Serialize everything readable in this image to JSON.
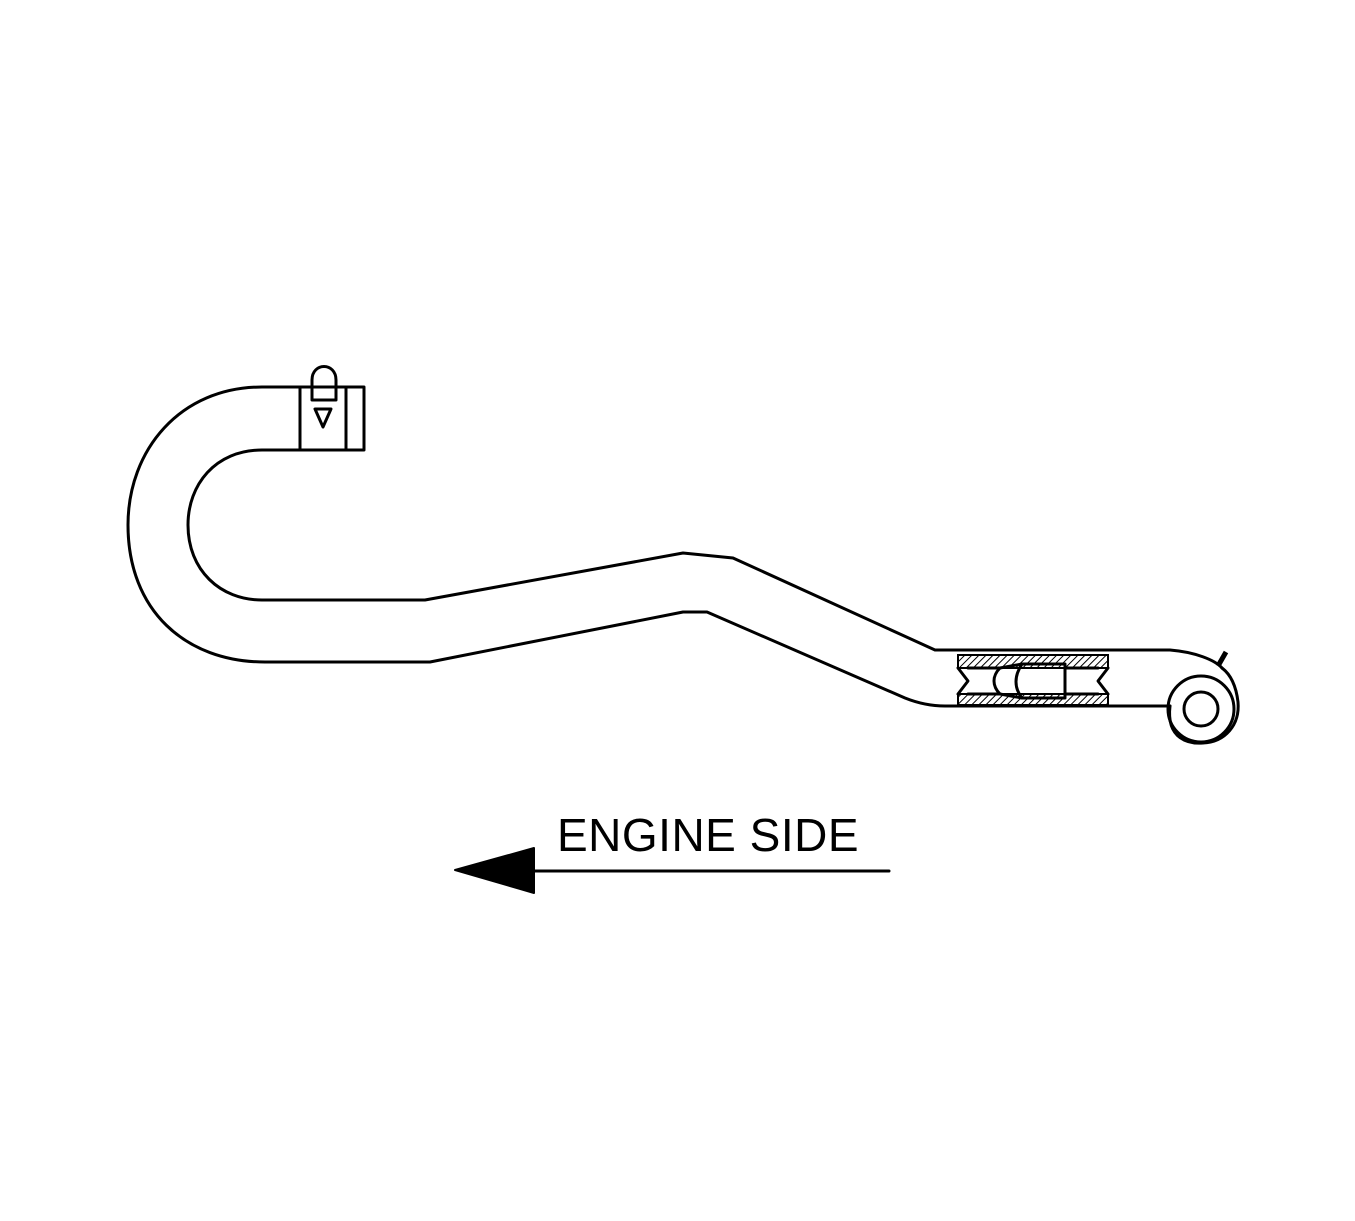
{
  "diagram": {
    "direction_label": "ENGINE SIDE",
    "direction_arrow": "left",
    "line_color": "#000000",
    "background_color": "#ffffff",
    "parts": [
      "hose",
      "clamp",
      "clamp-screw",
      "hatched-sleeve",
      "eye-fitting"
    ]
  }
}
